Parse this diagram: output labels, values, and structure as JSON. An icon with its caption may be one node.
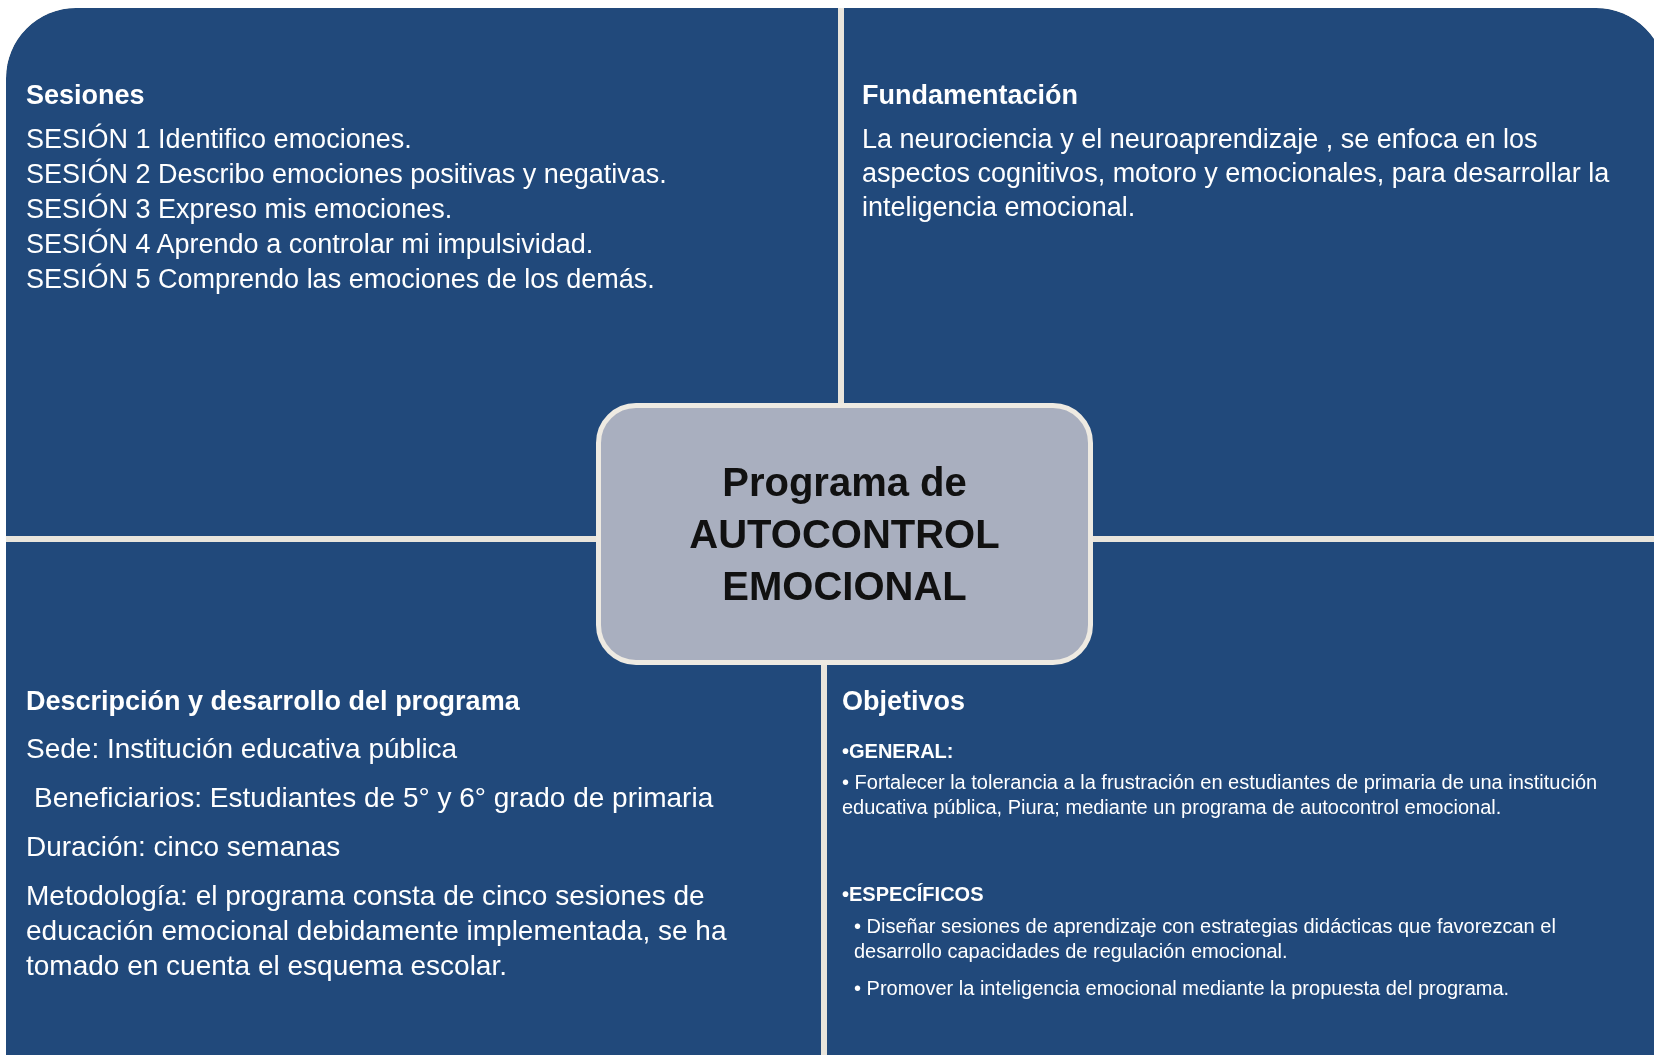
{
  "diagram": {
    "nodes": [
      {
        "text": [
          "Sesiones",
          "SESIÓN 1 Identifico emociones.",
          "SESIÓN 2 Describo  emociones positivas y negativas.",
          "SESIÓN 3 Expreso mis emociones.",
          "SESIÓN 4 Aprendo a controlar mi impulsividad.",
          "SESIÓN 5 Comprendo las emociones de los demás."
        ]
      },
      {
        "text": [
          "Fundamentación",
          "La neurociencia y el neuroaprendizaje ,  se enfoca en los aspectos cognitivos, motoro y emocionales, para desarrollar la inteligencia emocional."
        ]
      },
      {
        "text": [
          "Programa de AUTOCONTROL EMOCIONAL"
        ]
      },
      {
        "text": [
          "Descripción y desarrollo del programa",
          "Sede: Institución educativa pública",
          "Beneficiarios: Estudiantes de 5° y 6° grado de primaria",
          "Duración: cinco semanas",
          "Metodología: el programa consta de cinco sesiones de educación emocional debidamente implementada, se ha tomado en cuenta el esquema escolar."
        ]
      },
      {
        "text": [
          "Objetivos",
          "•GENERAL:",
          "• Fortalecer la tolerancia a la frustración en estudiantes de primaria de una institución educativa pública, Piura; mediante un programa de autocontrol emocional.",
          "•ESPECÍFICOS",
          "• Diseñar sesiones de aprendizaje con estrategias didácticas que favorezcan el desarrollo capacidades de regulación emocional.",
          "• Promover la inteligencia emocional mediante la propuesta del programa."
        ]
      }
    ]
  }
}
